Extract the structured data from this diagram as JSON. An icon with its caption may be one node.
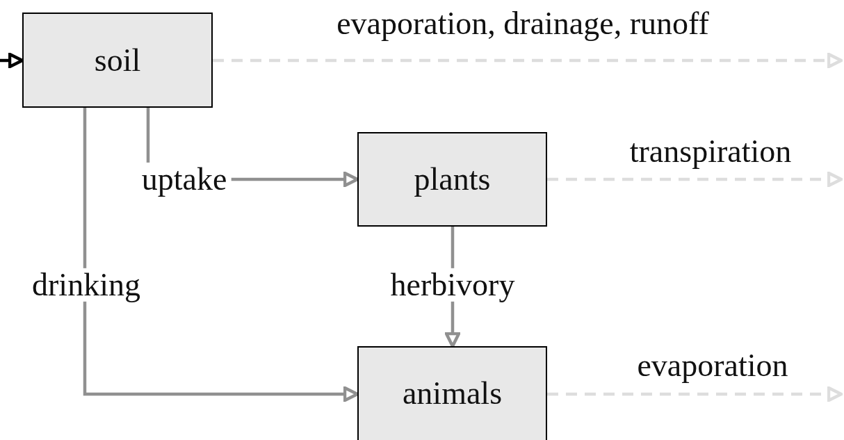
{
  "diagram": {
    "nodes": [
      {
        "text": [
          "soil"
        ]
      },
      {
        "text": [
          "plants"
        ]
      },
      {
        "text": [
          "animals"
        ]
      }
    ],
    "edges": [
      {
        "from": null,
        "to": 0,
        "arrow": "to",
        "color": "#000000"
      },
      {
        "from": 0,
        "to": null,
        "arrow": "to",
        "label": "evaporation, drainage, runoff",
        "style": "dashed",
        "color": "#dddddd"
      },
      {
        "from": 0,
        "to": 1,
        "arrow": "to",
        "label": "uptake"
      },
      {
        "from": 1,
        "to": null,
        "arrow": "to",
        "label": "transpiration",
        "style": "dashed",
        "color": "#dddddd"
      },
      {
        "from": 1,
        "to": 2,
        "arrow": "to",
        "label": "herbivory"
      },
      {
        "from": 0,
        "to": 2,
        "arrow": "to",
        "label": "drinking"
      },
      {
        "from": 2,
        "to": null,
        "arrow": "to",
        "label": "evaporation",
        "style": "dashed",
        "color": "#dddddd"
      }
    ]
  }
}
